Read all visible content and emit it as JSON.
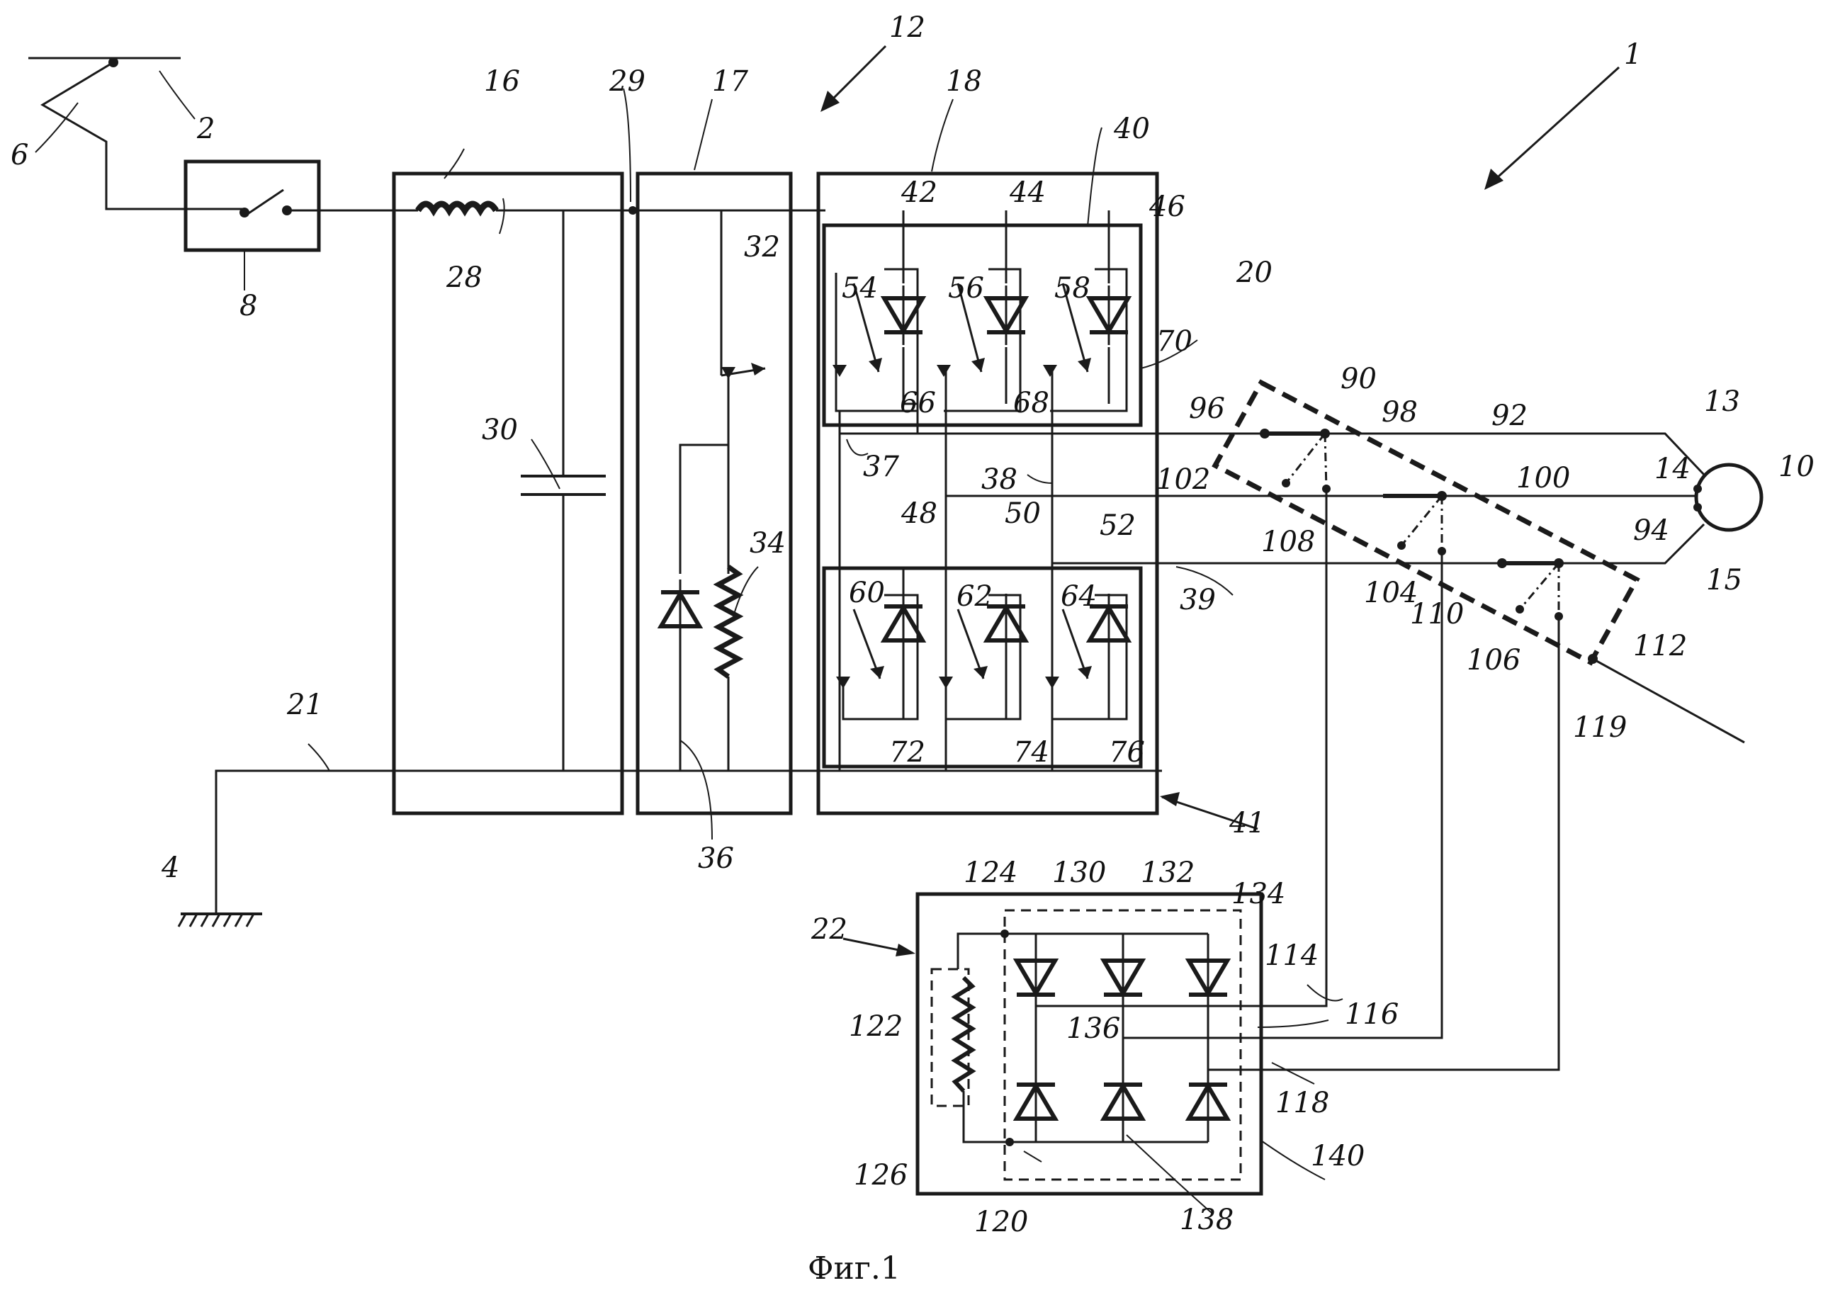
{
  "caption": "Фиг.1",
  "labels": {
    "l1": "1",
    "l2": "2",
    "l4": "4",
    "l6": "6",
    "l8": "8",
    "l10": "10",
    "l12": "12",
    "l13": "13",
    "l14": "14",
    "l15": "15",
    "l16": "16",
    "l17": "17",
    "l18": "18",
    "l20": "20",
    "l21": "21",
    "l22": "22",
    "l28": "28",
    "l29": "29",
    "l30": "30",
    "l32": "32",
    "l34": "34",
    "l36": "36",
    "l37": "37",
    "l38": "38",
    "l39": "39",
    "l40": "40",
    "l41": "41",
    "l42": "42",
    "l44": "44",
    "l46": "46",
    "l48": "48",
    "l50": "50",
    "l52": "52",
    "l54": "54",
    "l56": "56",
    "l58": "58",
    "l60": "60",
    "l62": "62",
    "l64": "64",
    "l66": "66",
    "l68": "68",
    "l70": "70",
    "l72": "72",
    "l74": "74",
    "l76": "76",
    "l90": "90",
    "l92": "92",
    "l94": "94",
    "l96": "96",
    "l98": "98",
    "l100": "100",
    "l102": "102",
    "l104": "104",
    "l106": "106",
    "l108": "108",
    "l110": "110",
    "l112": "112",
    "l114": "114",
    "l116": "116",
    "l118": "118",
    "l119": "119",
    "l120": "120",
    "l122": "122",
    "l124": "124",
    "l126": "126",
    "l130": "130",
    "l132": "132",
    "l134": "134",
    "l136": "136",
    "l138": "138",
    "l140": "140"
  }
}
